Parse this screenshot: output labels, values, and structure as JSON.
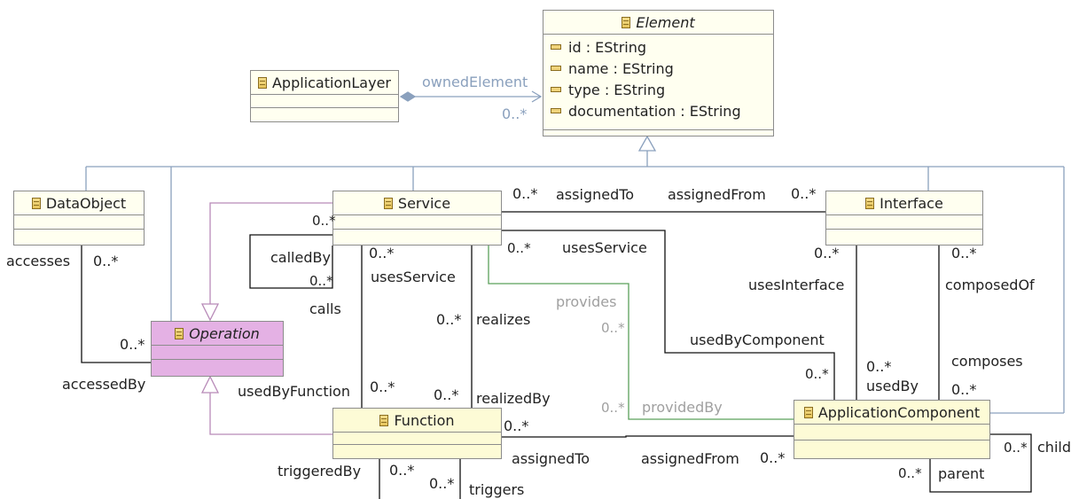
{
  "classes": {
    "element": {
      "name": "Element",
      "attributes": [
        "id : EString",
        "name : EString",
        "type : EString",
        "documentation : EString"
      ]
    },
    "application_layer": {
      "name": "ApplicationLayer"
    },
    "data_object": {
      "name": "DataObject"
    },
    "service": {
      "name": "Service"
    },
    "interface": {
      "name": "Interface"
    },
    "operation": {
      "name": "Operation"
    },
    "function": {
      "name": "Function"
    },
    "application_component": {
      "name": "ApplicationComponent"
    }
  },
  "labels": {
    "owned_element": "ownedElement",
    "owned_mult": "0..*",
    "accesses": "accesses",
    "accesses_mult": "0..*",
    "accessed_by": "accessedBy",
    "accessed_by_mult": "0..*",
    "service_assigned_to_mult": "0..*",
    "service_assigned_to": "assignedTo",
    "interface_assigned_from": "assignedFrom",
    "interface_assigned_from_mult": "0..*",
    "calls_mult_top": "0..*",
    "called_by": "calledBy",
    "calls_mult_bottom": "0..*",
    "calls": "calls",
    "uses_service_mult_left": "0..*",
    "uses_service_left": "usesService",
    "uses_service_mult_right": "0..*",
    "uses_service_right": "usesService",
    "realizes_mult": "0..*",
    "realizes": "realizes",
    "provides": "provides",
    "provides_mult": "0..*",
    "used_by_component": "usedByComponent",
    "used_by_component_mult": "0..*",
    "uses_interface_mult": "0..*",
    "uses_interface": "usesInterface",
    "composed_of_mult": "0..*",
    "composed_of": "composedOf",
    "used_by_mult": "0..*",
    "used_by": "usedBy",
    "composes": "composes",
    "composes_mult": "0..*",
    "used_by_function": "usedByFunction",
    "used_by_function_mult": "0..*",
    "realized_by_mult": "0..*",
    "realized_by": "realizedBy",
    "provided_by_mult": "0..*",
    "provided_by": "providedBy",
    "function_assigned_to_mult": "0..*",
    "function_assigned_to": "assignedTo",
    "component_assigned_from": "assignedFrom",
    "component_assigned_from_mult": "0..*",
    "triggered_by": "triggeredBy",
    "triggered_by_mult": "0..*",
    "triggers_mult": "0..*",
    "triggers": "triggers",
    "child_mult": "0..*",
    "child": "child",
    "parent_mult": "0..*",
    "parent": "parent"
  },
  "colors": {
    "association": "#000000",
    "owned_reference": "#8aa0bd",
    "generalization": "#8aa0bd",
    "operation_generalization": "#b88ab8",
    "provides_association": "#5aa05a",
    "operation_fill": "#e4b1e4",
    "function_fill": "#fdfbd6"
  }
}
